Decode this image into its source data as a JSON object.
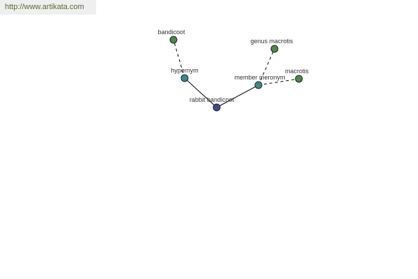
{
  "site": {
    "url": "http://www.artikata.com"
  },
  "colors": {
    "root": "#3c4c8c",
    "relation": "#3a8a8a",
    "term": "#4a8a4a",
    "banner_text": "#556b2f"
  },
  "graph": {
    "nodes": [
      {
        "id": "rabbit-bandicoot",
        "label": "rabbit bandicoot",
        "kind": "root"
      },
      {
        "id": "hypernym",
        "label": "hypernym",
        "kind": "relation"
      },
      {
        "id": "bandicoot",
        "label": "bandicoot",
        "kind": "term"
      },
      {
        "id": "member-meronym",
        "label": "member meronym",
        "kind": "relation"
      },
      {
        "id": "genus-macrotis",
        "label": "genus macrotis",
        "kind": "term"
      },
      {
        "id": "macrotis",
        "label": "macrotis",
        "kind": "term"
      }
    ],
    "edges": [
      {
        "from": "rabbit-bandicoot",
        "to": "hypernym",
        "style": "solid"
      },
      {
        "from": "hypernym",
        "to": "bandicoot",
        "style": "dashed"
      },
      {
        "from": "rabbit-bandicoot",
        "to": "member-meronym",
        "style": "solid"
      },
      {
        "from": "member-meronym",
        "to": "genus-macrotis",
        "style": "dashed"
      },
      {
        "from": "member-meronym",
        "to": "macrotis",
        "style": "dashed"
      }
    ]
  }
}
